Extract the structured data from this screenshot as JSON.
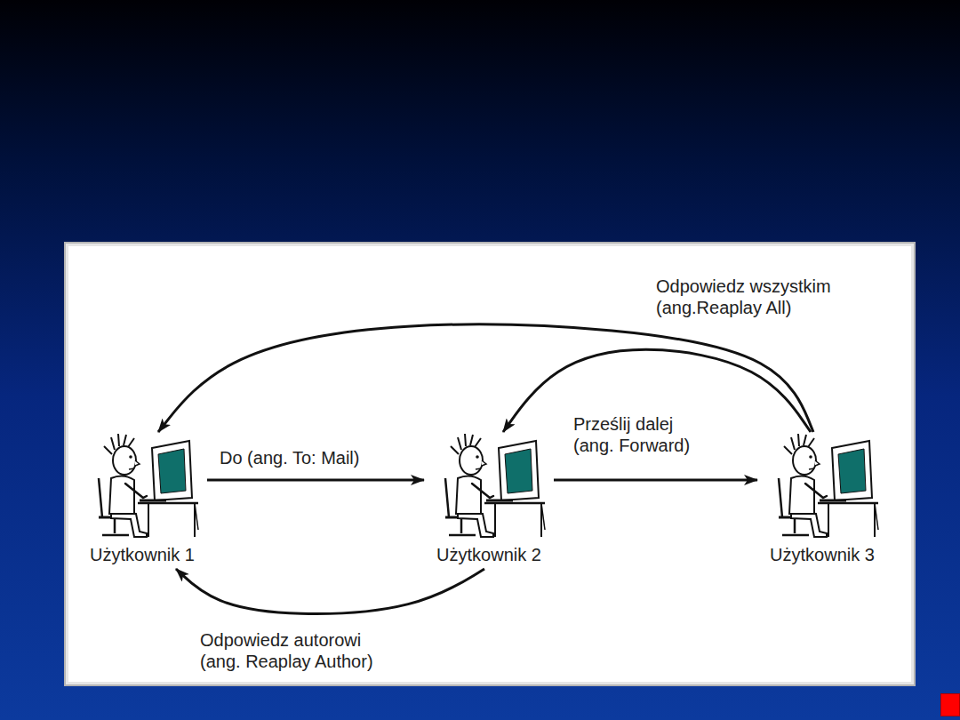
{
  "diagram": {
    "nodes": [
      {
        "text": [
          "Użytkownik 1"
        ]
      },
      {
        "text": [
          "Użytkownik 2"
        ]
      },
      {
        "text": [
          "Użytkownik 3"
        ]
      }
    ],
    "edges": [
      {
        "from": 0,
        "to": 1,
        "arrow": "to",
        "label": "Do (ang. To: Mail)"
      },
      {
        "from": 1,
        "to": 2,
        "arrow": "to",
        "label": "Prześlij dalej (ang. Forward)"
      },
      {
        "from": 1,
        "to": 0,
        "arrow": "to",
        "label": "Odpowiedz autorowi (ang. Reaplay Author)"
      },
      {
        "from": 2,
        "to": 0,
        "arrow": "to",
        "label": "Odpowiedz wszystkim (ang.Reaplay All)"
      },
      {
        "from": 2,
        "to": 1,
        "arrow": "to"
      }
    ]
  }
}
